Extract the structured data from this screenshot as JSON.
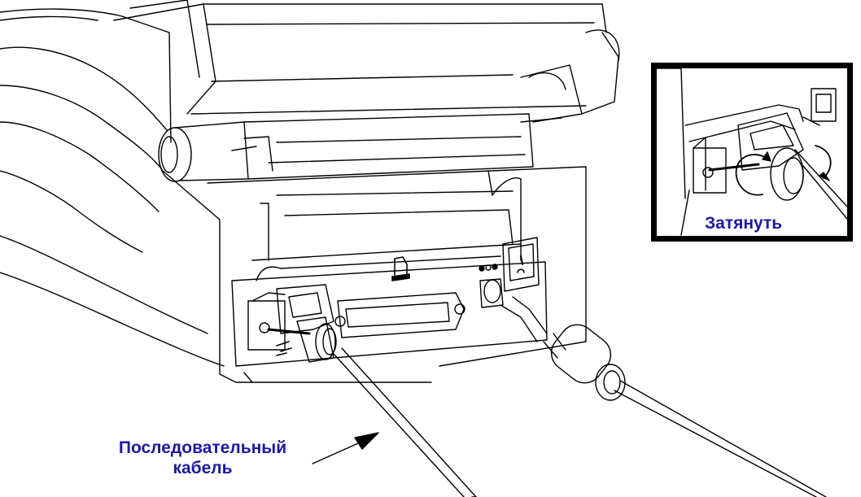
{
  "labels": {
    "serial_cable_line1": "Последовательный",
    "serial_cable_line2": "кабель",
    "tighten": "Затянуть"
  },
  "colors": {
    "label_text": "#1a1aa0",
    "line_art": "#000000",
    "background": "#ffffff"
  },
  "icons": {
    "parallel_port": "printer-icon",
    "usb_port": "usb-icon",
    "power_jack": "dc-power-icon",
    "power_switch": "power-icon"
  }
}
